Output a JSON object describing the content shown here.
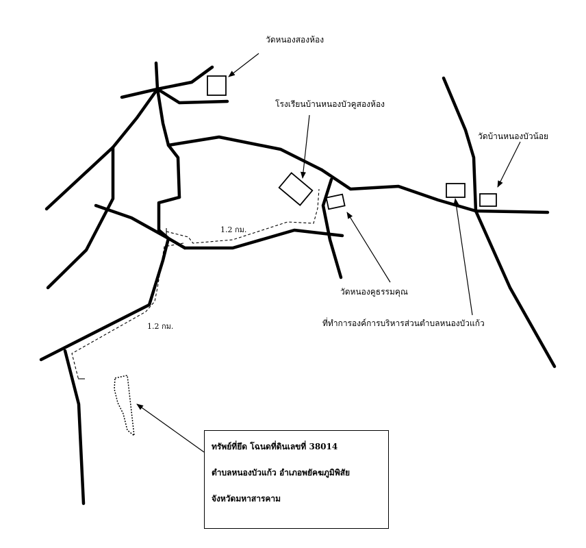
{
  "landmarks": {
    "temple_nong_song_hong": "วัดหนองสองห้อง",
    "school_ban_nong_bua_khu_song_hong": "โรงเรียนบ้านหนองบัวคูสองห้อง",
    "temple_ban_nong_bua_noi": "วัดบ้านหนองบัวน้อย",
    "temple_nong_khu_thammakhun": "วัดหนองคูธรรมคุณ",
    "sao_office_nong_bua_kaeo": "ที่ทำการองค์การบริหารส่วนตำบลหนองบัวแก้ว"
  },
  "distances": {
    "upper_route": "1.2 กม.",
    "lower_route": "1.2 กม."
  },
  "property_box": {
    "line1": "ทรัพย์ที่ยึด โฉนดที่ดินเลขที่ 38014",
    "line2": "ตำบลหนองบัวแก้ว อำเภอพยัคฆภูมิพิสัย",
    "line3": "จังหวัดมหาสารคาม"
  }
}
